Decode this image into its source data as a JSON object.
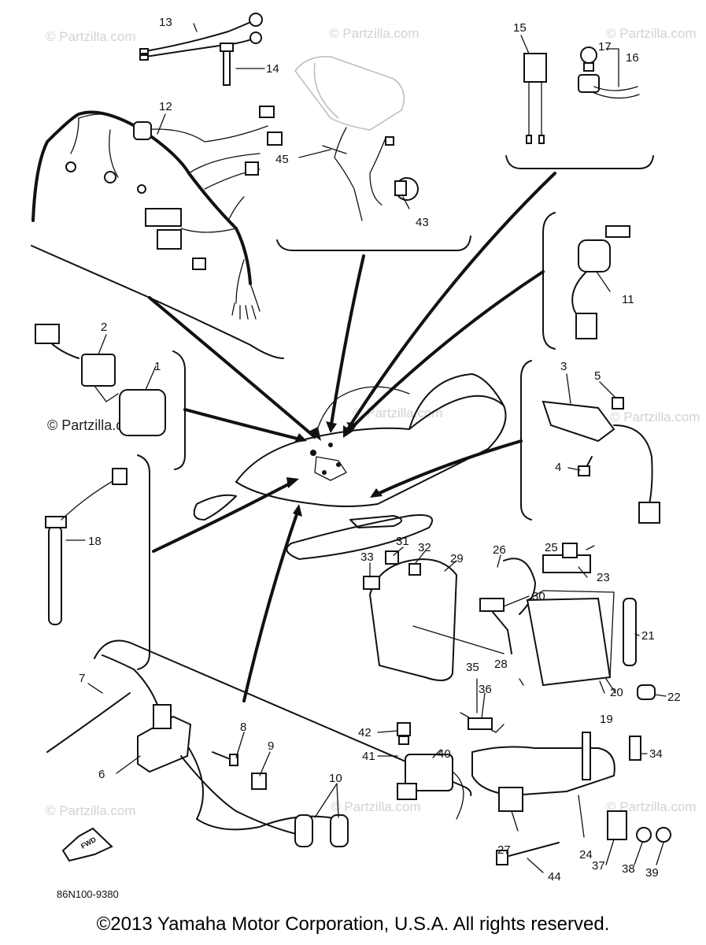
{
  "watermark": {
    "text": "© Partzilla.com"
  },
  "diagram_code": "86N100-9380",
  "fwd_label": "FWD",
  "copyright": "©2013 Yamaha Motor Corporation, U.S.A. All rights reserved.",
  "callouts": [
    "1",
    "2",
    "3",
    "4",
    "5",
    "6",
    "7",
    "8",
    "9",
    "10",
    "11",
    "12",
    "13",
    "14",
    "15",
    "16",
    "17",
    "18",
    "19",
    "20",
    "21",
    "22",
    "23",
    "24",
    "25",
    "26",
    "27",
    "28",
    "29",
    "30",
    "31",
    "32",
    "33",
    "34",
    "35",
    "36",
    "37",
    "38",
    "39",
    "40",
    "41",
    "42",
    "43",
    "44",
    "45"
  ]
}
